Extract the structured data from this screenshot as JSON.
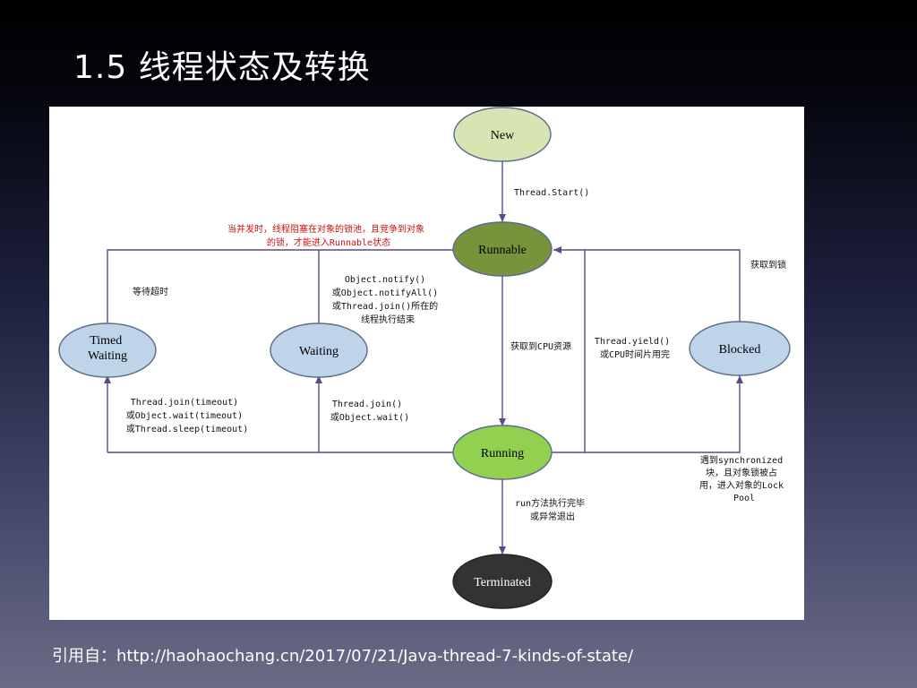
{
  "slide": {
    "title": "1.5 线程状态及转换",
    "citation": "引用自：http://haohaochang.cn/2017/07/21/Java-thread-7-kinds-of-state/"
  },
  "states": {
    "new": "New",
    "runnable": "Runnable",
    "running": "Running",
    "terminated": "Terminated",
    "timed_waiting": [
      "Timed",
      "Waiting"
    ],
    "waiting": "Waiting",
    "blocked": "Blocked"
  },
  "colors": {
    "new": "#d6e5b2",
    "runnable": "#77933c",
    "running": "#92d050",
    "terminated": "#333333",
    "waiting_states": "#bdd4e9",
    "arrow": "#5b4a8b",
    "red_note": "#cc1111"
  },
  "annotations": {
    "start": "Thread.Start()",
    "notify_lock_pool": [
      "当并发时，线程阻塞在对象的锁池，且竞争到对象",
      "的锁，才能进入Runnable状态"
    ],
    "wait_timeout": "等待超时",
    "notify": [
      "Object.notify()",
      "或Object.notifyAll()",
      "或Thread.join()所在的",
      "线程执行结束"
    ],
    "get_cpu": "获取到CPU资源",
    "yield": [
      "Thread.yield()",
      "或CPU时间片用完"
    ],
    "get_lock": "获取到锁",
    "timed_calls": [
      "Thread.join(timeout)",
      "或Object.wait(timeout)",
      "或Thread.sleep(timeout)"
    ],
    "wait_calls": [
      "Thread.join()",
      "或Object.wait()"
    ],
    "sync": [
      "遇到synchronized",
      "块，且对象锁被占",
      "用，进入对象的Lock",
      "Pool"
    ],
    "run_end": [
      "run方法执行完毕",
      "或异常退出"
    ]
  }
}
